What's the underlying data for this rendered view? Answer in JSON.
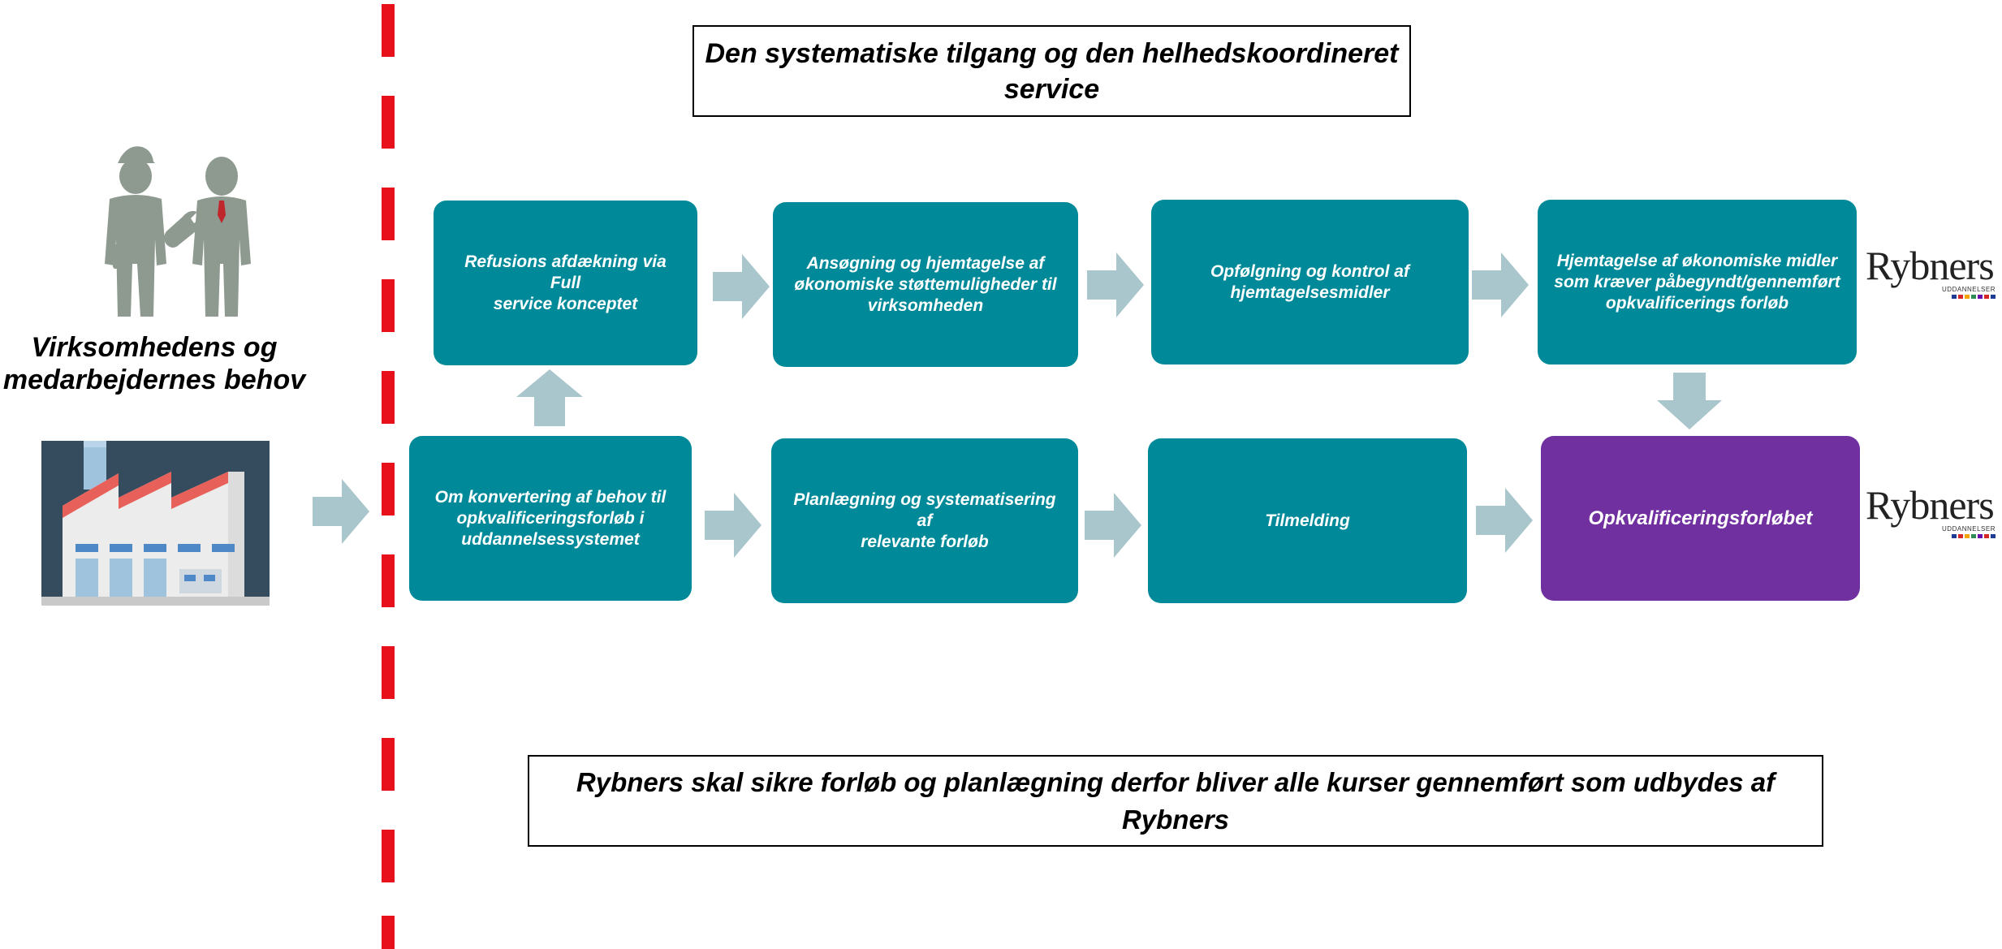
{
  "header": {
    "title": "Den systematiske tilgang og den helhedskoordineret\nservice"
  },
  "left": {
    "caption": "Virksomhedens og\nmedarbejdernes behov",
    "people_icon": "worker-and-businessman-icon",
    "factory_icon": "factory-icon"
  },
  "steps": {
    "top": [
      "Refusions afdækning via Full\nservice konceptet",
      "Ansøgning og hjemtagelse af\nøkonomiske støttemuligheder til\nvirksomheden",
      "Opfølgning og kontrol af\nhjemtagelsesmidler",
      "Hjemtagelse af økonomiske midler\nsom kræver påbegyndt/gennemført\nopkvalificerings forløb"
    ],
    "bottom": [
      "Om konvertering af behov til\nopkvalificeringsforløb i\nuddannelsessystemet",
      "Planlægning og systematisering af\nrelevante forløb",
      "Tilmelding",
      "Opkvalificeringsforløbet"
    ]
  },
  "logo": {
    "word": "Rybners",
    "sub": "UDDANNELSER",
    "stripe_colors": [
      "#1f3a93",
      "#d62828",
      "#f4a300",
      "#2e8b57",
      "#6a0dad",
      "#d62828",
      "#1f3a93"
    ]
  },
  "footer": {
    "note": "Rybners skal sikre forløb og planlægning derfor bliver alle kurser gennemført som udbydes af\nRybners"
  },
  "colors": {
    "teal": "#008a99",
    "purple": "#7030a0",
    "arrow": "#a9c6cc",
    "red_dash": "#e8101a"
  }
}
